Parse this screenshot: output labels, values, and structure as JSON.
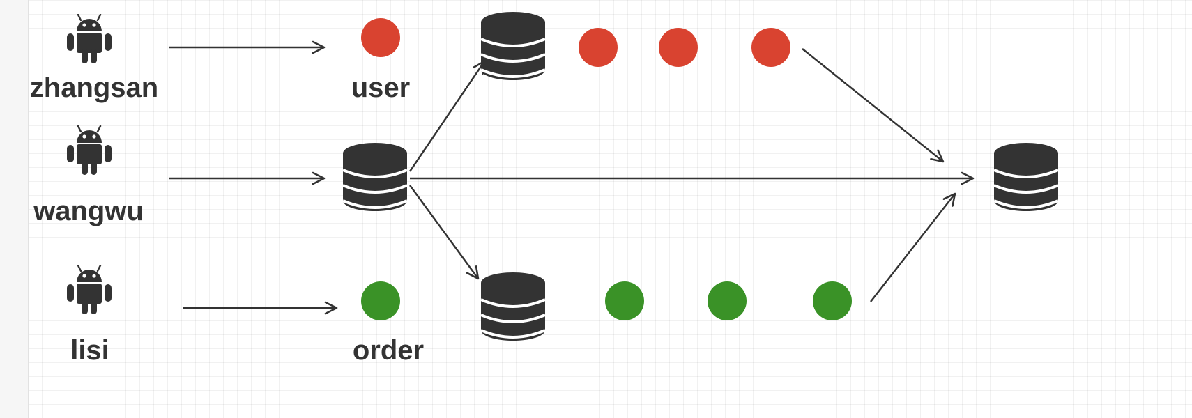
{
  "clients": [
    {
      "name": "zhangsan",
      "icon": "android-icon"
    },
    {
      "name": "wangwu",
      "icon": "android-icon"
    },
    {
      "name": "lisi",
      "icon": "android-icon"
    }
  ],
  "queues": [
    {
      "label": "user",
      "color": "#d94330"
    },
    {
      "label": "order",
      "color": "#3a9227"
    }
  ],
  "colors": {
    "user": "#d94330",
    "order": "#3a9227",
    "database": "#333333",
    "arrow": "#333333"
  },
  "icons": [
    "android-icon",
    "database-icon"
  ]
}
